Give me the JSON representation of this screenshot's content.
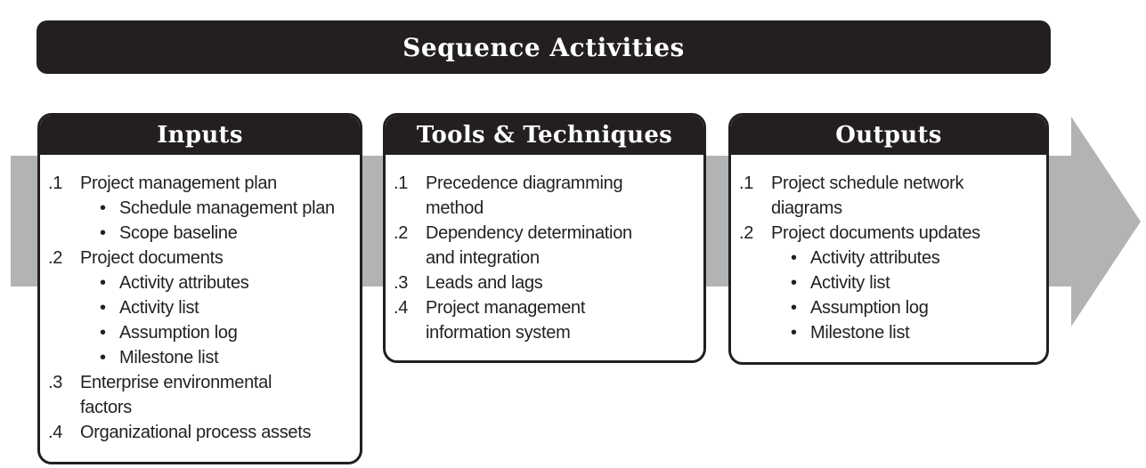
{
  "title": "Sequence Activities",
  "colors": {
    "box_black": "#231f20",
    "arrow_gray": "#b1b3b5",
    "header_text": "#ffffff"
  },
  "arrow": {
    "direction": "right",
    "bullet_glyph": "•"
  },
  "columns": [
    {
      "header": "Inputs",
      "items": [
        {
          "num": ".1",
          "text": "Project management plan",
          "subs": [
            "Schedule management plan",
            "Scope baseline"
          ]
        },
        {
          "num": ".2",
          "text": "Project documents",
          "subs": [
            "Activity attributes",
            "Activity list",
            "Assumption log",
            "Milestone list"
          ]
        },
        {
          "num": ".3",
          "text": "Enterprise environmental\nfactors",
          "subs": []
        },
        {
          "num": ".4",
          "text": "Organizational process assets",
          "subs": []
        }
      ]
    },
    {
      "header": "Tools & Techniques",
      "items": [
        {
          "num": ".1",
          "text": "Precedence diagramming\nmethod",
          "subs": []
        },
        {
          "num": ".2",
          "text": "Dependency determination\nand integration",
          "subs": []
        },
        {
          "num": ".3",
          "text": "Leads and lags",
          "subs": []
        },
        {
          "num": ".4",
          "text": "Project management\ninformation system",
          "subs": []
        }
      ]
    },
    {
      "header": "Outputs",
      "items": [
        {
          "num": ".1",
          "text": "Project schedule network\ndiagrams",
          "subs": []
        },
        {
          "num": ".2",
          "text": "Project documents updates",
          "subs": [
            "Activity attributes",
            "Activity list",
            "Assumption log",
            "Milestone list"
          ]
        }
      ]
    }
  ]
}
